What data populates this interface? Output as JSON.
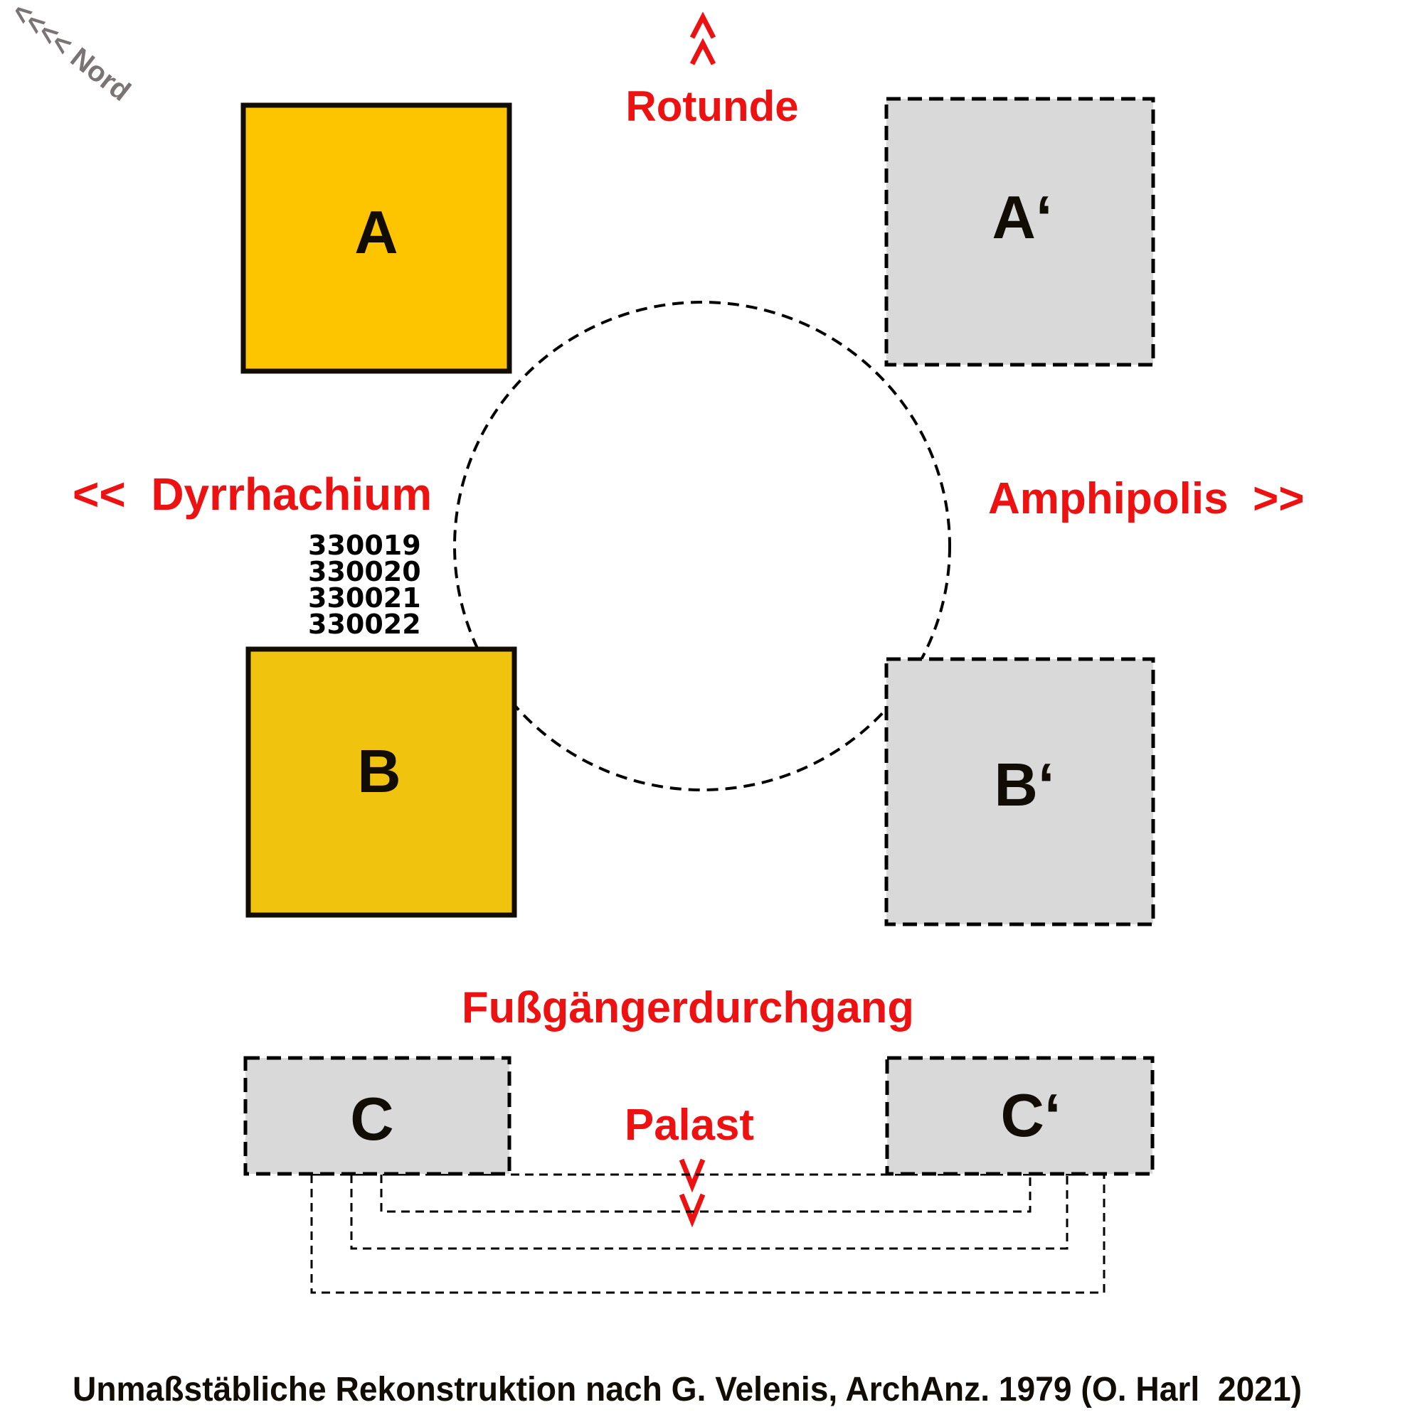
{
  "compass": {
    "text": "<<<< Nord",
    "color": "#7A7574"
  },
  "directions": {
    "top": {
      "arrows": "^",
      "label": "Rotunde"
    },
    "left": {
      "label": "<<  Dyrrhachium"
    },
    "right": {
      "label": "Amphipolis  >>"
    },
    "passage": {
      "label": "Fußgängerdurchgang"
    },
    "bottom": {
      "label": "Palast",
      "arrows": "v"
    }
  },
  "inventory_numbers": [
    "330019",
    "330020",
    "330021",
    "330022"
  ],
  "buildings": {
    "A": {
      "label": "A",
      "state": "preserved",
      "fill": "#FDC500"
    },
    "A_prime": {
      "label": "A‘",
      "state": "reconstructed",
      "fill": "#D9D9D9"
    },
    "B": {
      "label": "B",
      "state": "preserved",
      "fill": "#F0C30E"
    },
    "B_prime": {
      "label": "B‘",
      "state": "reconstructed",
      "fill": "#D9D9D9"
    },
    "C": {
      "label": "C",
      "state": "reconstructed",
      "fill": "#D9D9D9"
    },
    "C_prime": {
      "label": "C‘",
      "state": "reconstructed",
      "fill": "#D9D9D9"
    }
  },
  "colors": {
    "accent": "#EE1111",
    "ink": "#110D05"
  },
  "caption": "Unmaßstäbliche Rekonstruktion nach G. Velenis, ArchAnz. 1979 (O. Harl  2021)"
}
